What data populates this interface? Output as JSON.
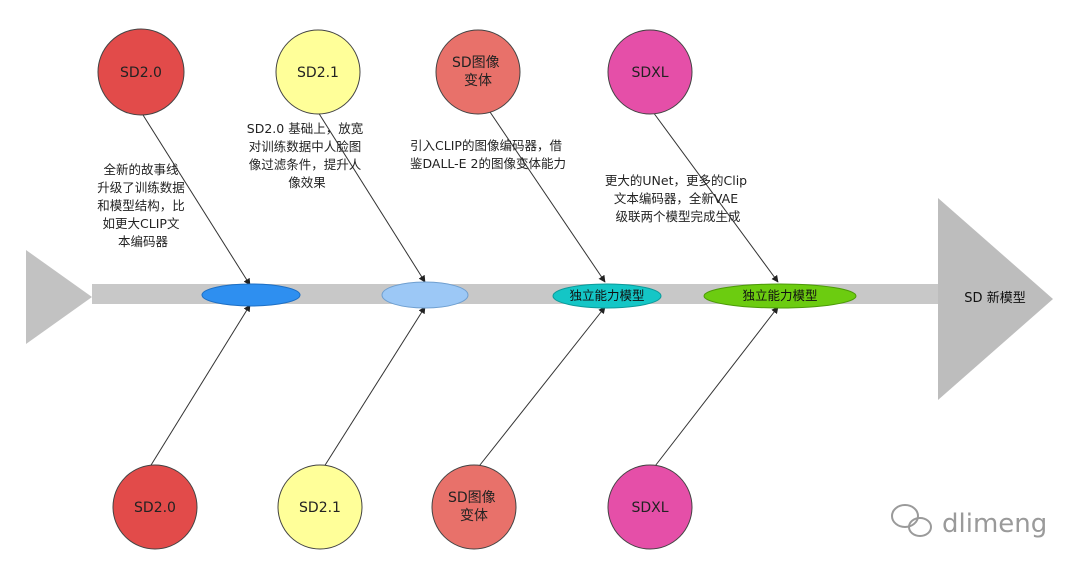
{
  "head_label": "SD 新模型",
  "watermark": "dlimeng",
  "colors": {
    "spine": "#c8c8c8",
    "tail": "#c2c2c2",
    "head": "#bdbdbd",
    "node_red": "#e24b4a",
    "node_yellow": "#ffff99",
    "node_salmon": "#e8716a",
    "node_pink": "#e54fa8",
    "oval_blue": "#2e8ff0",
    "oval_lightblue": "#9cc8f6",
    "oval_cyan": "#14c6c6",
    "oval_green": "#6ccc10"
  },
  "stages": [
    {
      "top_node": [
        "SD2.0"
      ],
      "bottom_node": [
        "SD2.0"
      ],
      "note": [
        "全新的故事线",
        "升级了训练数据",
        "和模型结构，比",
        "如更大CLIP文",
        "本编码器"
      ],
      "oval_label": ""
    },
    {
      "top_node": [
        "SD2.1"
      ],
      "bottom_node": [
        "SD2.1"
      ],
      "note": [
        "SD2.0 基础上，放宽",
        "对训练数据中人脸图",
        "像过滤条件，提升人",
        "像效果"
      ],
      "oval_label": ""
    },
    {
      "top_node": [
        "SD图像",
        "变体"
      ],
      "bottom_node": [
        "SD图像",
        "变体"
      ],
      "note": [
        "引入CLIP的图像编码器，借",
        "鉴DALL-E 2的图像变体能力"
      ],
      "oval_label": "独立能力模型"
    },
    {
      "top_node": [
        "SDXL"
      ],
      "bottom_node": [
        "SDXL"
      ],
      "note": [
        "更大的UNet，更多的Clip",
        "文本编码器，全新VAE",
        "级联两个模型完成生成"
      ],
      "oval_label": "独立能力模型"
    }
  ]
}
